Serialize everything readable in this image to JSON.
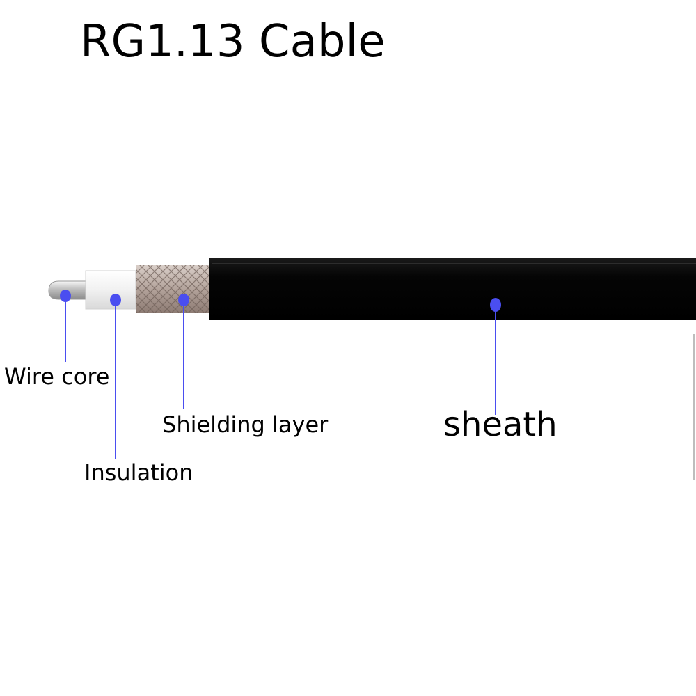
{
  "title": "RG1.13 Cable",
  "labels": {
    "wire_core": "Wire core",
    "insulation": "Insulation",
    "shielding_layer": "Shielding layer",
    "sheath": "sheath"
  },
  "colors": {
    "marker": "#4a4ef0",
    "sheath": "#060606",
    "insulation": "#f4f4f4",
    "shield": "#b9a8a0",
    "core": "#d9d9d9"
  }
}
